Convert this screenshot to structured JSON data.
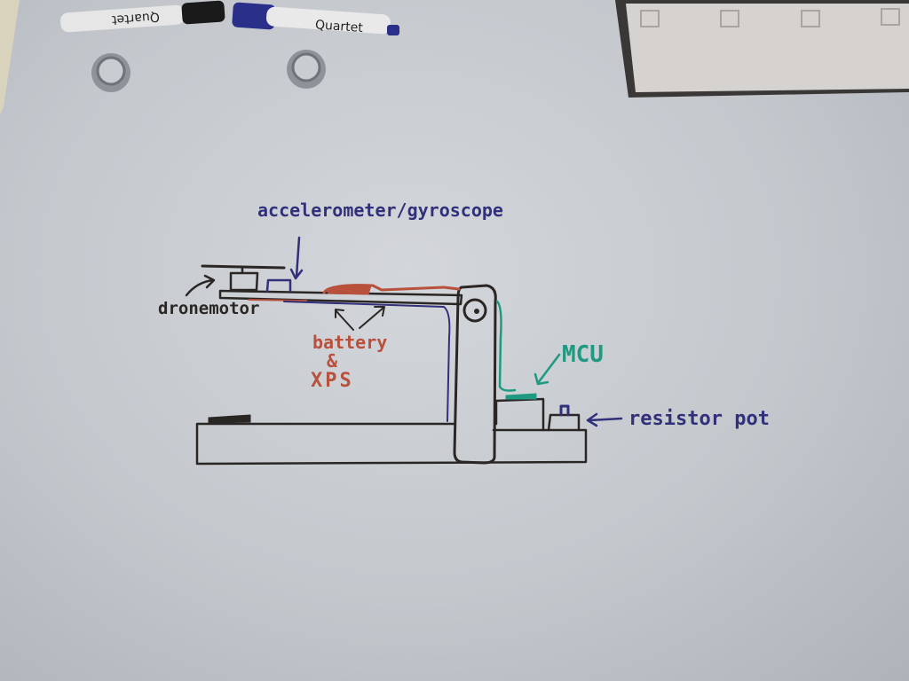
{
  "board": {
    "marker_brand": "Quartet",
    "labels": {
      "sensor": "accelerometer/gyroscope",
      "motor": "dronemotor",
      "battery_line1": "battery",
      "battery_line2": "&",
      "battery_line3": "XPS",
      "mcu": "MCU",
      "pot": "resistor pot"
    },
    "colors": {
      "black": "#2a2624",
      "blue": "#32307a",
      "red": "#b8503c",
      "green": "#1f9a82"
    }
  }
}
